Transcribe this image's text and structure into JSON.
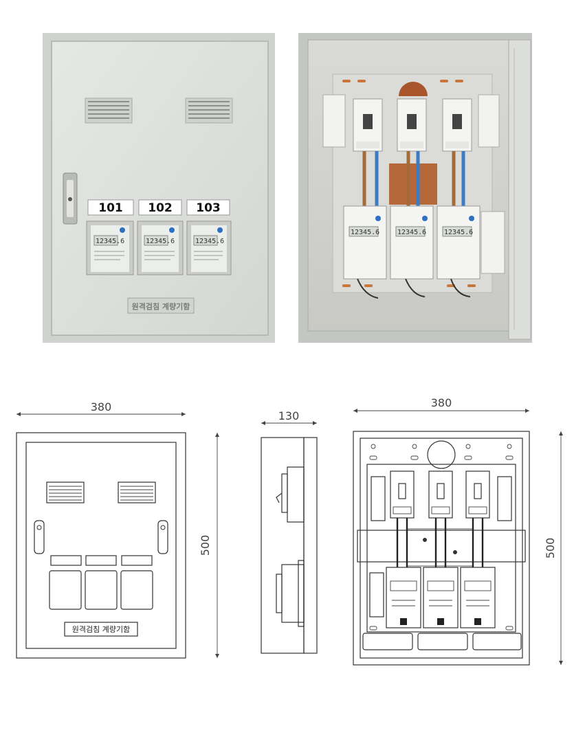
{
  "photo_front": {
    "unit_labels": [
      "101",
      "102",
      "103"
    ],
    "meter_reading": "12345.6",
    "nameplate": "원격검침 계량기함"
  },
  "photo_interior": {
    "meter_reading": "12345.6"
  },
  "drawing_front": {
    "width_label": "380",
    "height_label": "500",
    "nameplate": "원격검침 계량기함"
  },
  "drawing_side": {
    "depth_label": "130"
  },
  "drawing_interior": {
    "width_label": "380",
    "height_label": "500"
  },
  "colors": {
    "cabinet_grey": "#dfe1de",
    "copper_busbar": "#b5683a",
    "cable_blue": "#3c7cc4",
    "meter_white": "#f4f4f2"
  }
}
